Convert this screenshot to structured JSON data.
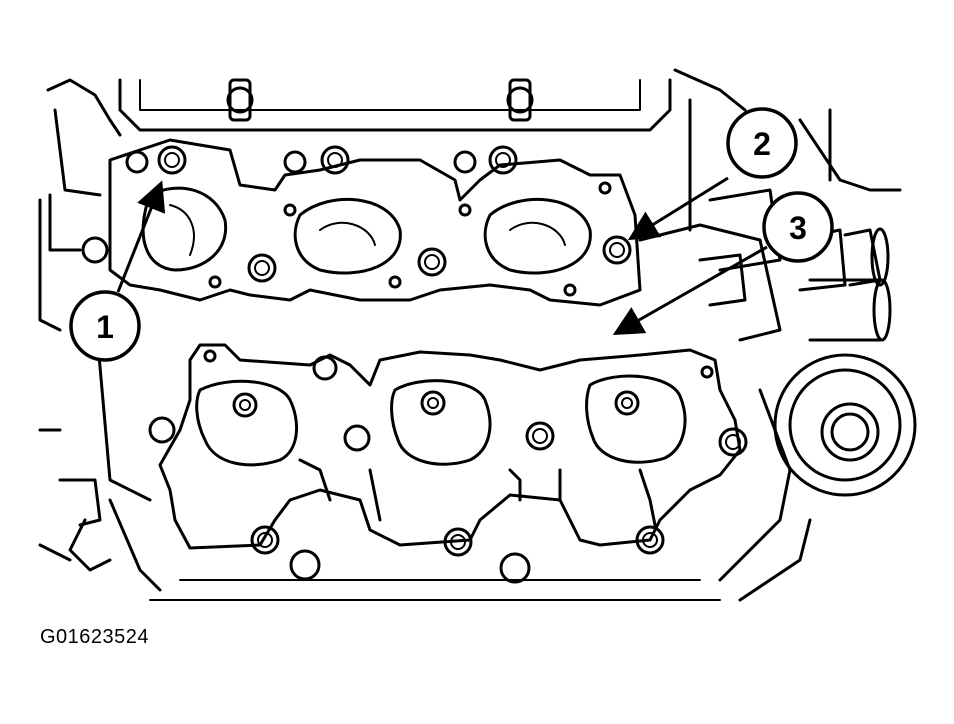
{
  "figure": {
    "id": "G01623524"
  },
  "callouts": [
    {
      "number": "1"
    },
    {
      "number": "2"
    },
    {
      "number": "3"
    }
  ],
  "colors": {
    "line": "#000000",
    "background": "#ffffff"
  }
}
